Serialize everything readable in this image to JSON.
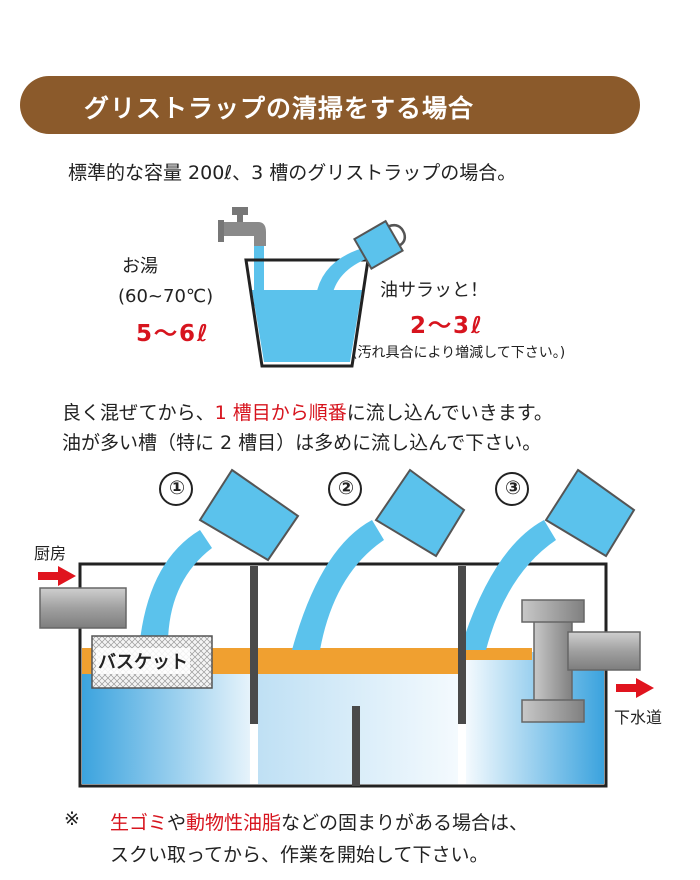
{
  "header": {
    "title": "グリストラップの清掃をする場合"
  },
  "intro": "標準的な容量 200ℓ、3 槽のグリストラップの場合。",
  "hot_water": {
    "label": "お湯",
    "temp": "(60~70℃)",
    "amount": "5〜6ℓ"
  },
  "oil": {
    "label": "油サラッと！",
    "amount": "2〜3ℓ",
    "note": "(汚れ具合により増減して下さい。)"
  },
  "instructions": {
    "line1_a": "良く混ぜてから、",
    "line1_b": "1 槽目から順番",
    "line1_c": "に流し込んでいきます。",
    "line2": "油が多い槽（特に 2 槽目）は多めに流し込んで下さい。"
  },
  "tank": {
    "steps": [
      "①",
      "②",
      "③"
    ],
    "inlet_label": "厨房",
    "basket_label": "バスケット",
    "outlet_label": "下水道"
  },
  "footnote": {
    "mark": "※",
    "item1": "生ゴミ",
    "joiner": "や",
    "item2": "動物性油脂",
    "line1_rest": "などの固まりがある場合は、",
    "line2": "スクい取ってから、作業を開始して下さい。"
  },
  "colors": {
    "banner": "#8b5a2b",
    "accent_red": "#d7141e",
    "water_blue": "#5bc2ec",
    "oil_orange": "#f0a030",
    "pipe_gray": "#a8a8a8"
  }
}
